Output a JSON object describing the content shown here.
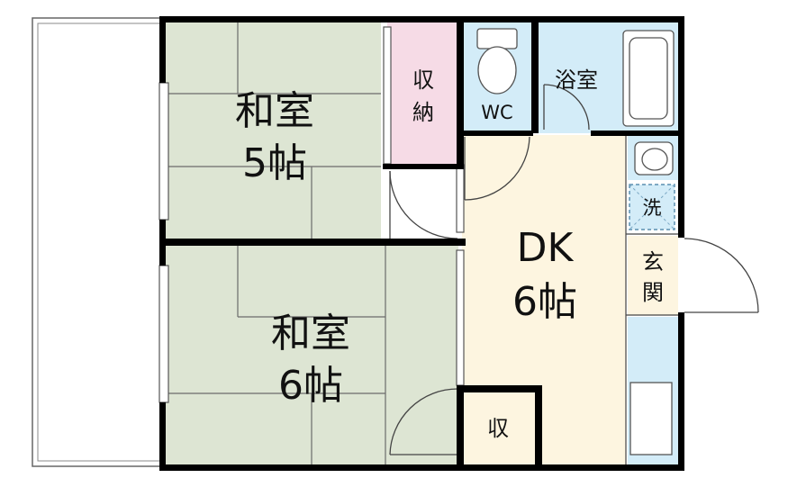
{
  "rooms": {
    "washitsu_5": {
      "name": "和室",
      "size": "5帖"
    },
    "washitsu_6": {
      "name": "和室",
      "size": "6帖"
    },
    "dk": {
      "name": "DK",
      "size": "6帖"
    },
    "shuno_top": [
      "収",
      "納"
    ],
    "shuno_bottom": "収",
    "wc": "WC",
    "bath": "浴室",
    "laundry": "洗",
    "genkan": [
      "玄",
      "関"
    ]
  },
  "colors": {
    "wall": "#000000",
    "tatami": "#dde5d3",
    "closet": "#f6dbe6",
    "water": "#d3ecf8",
    "dk": "#fdf5e0",
    "genkan": "#fdf5e0"
  }
}
